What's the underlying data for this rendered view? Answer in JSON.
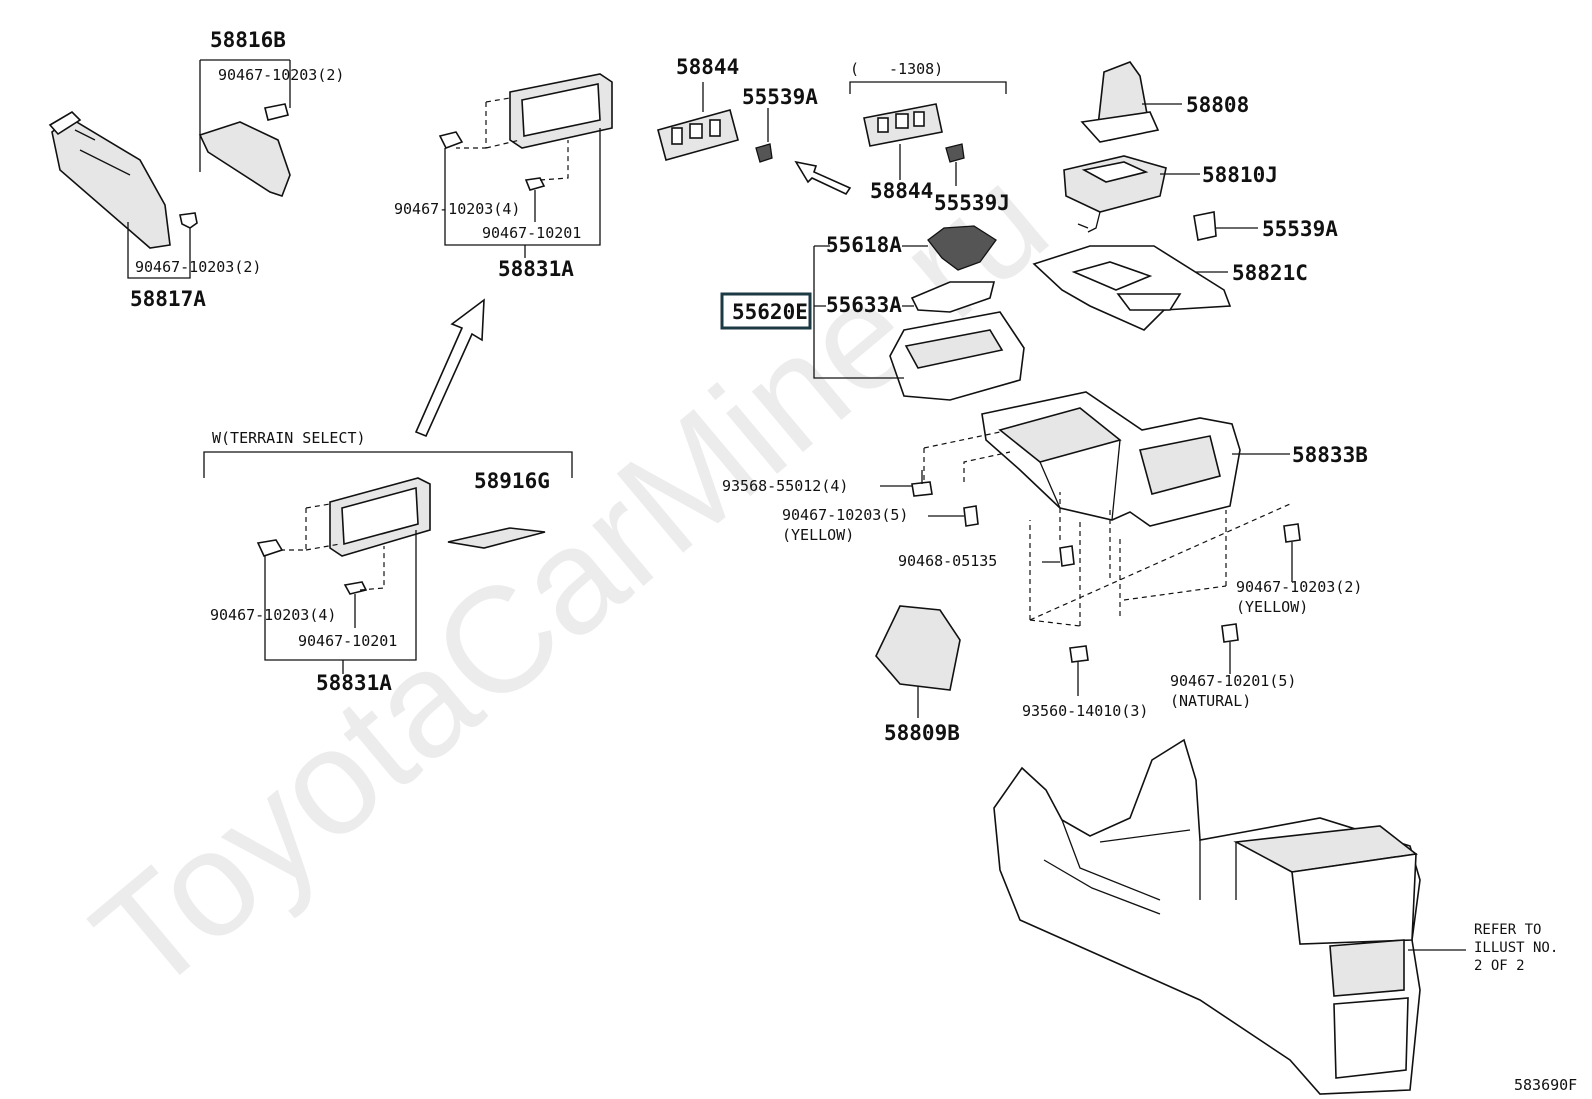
{
  "watermark": "ToyotaCarMine.ru",
  "diagram_code": "583690F",
  "groups": {
    "terrain_select": "W(TERRAIN SELECT)",
    "date_range": "(　　-1308)"
  },
  "highlighted_part": "55620E",
  "reference_note": [
    "REFER TO",
    "ILLUST NO.",
    "2 OF 2"
  ],
  "callouts": {
    "p58816B": "58816B",
    "p90467_10203_2_a": "90467-10203(2)",
    "p90467_10203_2_b": "90467-10203(2)",
    "p58817A": "58817A",
    "p90467_10203_4_a": "90467-10203(4)",
    "p90467_10201_a": "90467-10201",
    "p58831A_a": "58831A",
    "p58844_a": "58844",
    "p55539A_a": "55539A",
    "p58844_b": "58844",
    "p55539J": "55539J",
    "p58808": "58808",
    "p58810J": "58810J",
    "p55539A_b": "55539A",
    "p58821C": "58821C",
    "p55618A": "55618A",
    "p55633A": "55633A",
    "p58833B": "58833B",
    "p93568": "93568-55012(4)",
    "p90467_10203_5": "90467-10203(5)",
    "yellow_a": "(YELLOW)",
    "p90468": "90468-05135",
    "p90467_10203_2_c": "90467-10203(2)",
    "yellow_b": "(YELLOW)",
    "p90467_10201_5": "90467-10201(5)",
    "natural": "(NATURAL)",
    "p93560": "93560-14010(3)",
    "p58809B": "58809B",
    "p58916G": "58916G",
    "p90467_10203_4_b": "90467-10203(4)",
    "p90467_10201_b": "90467-10201",
    "p58831A_b": "58831A"
  }
}
